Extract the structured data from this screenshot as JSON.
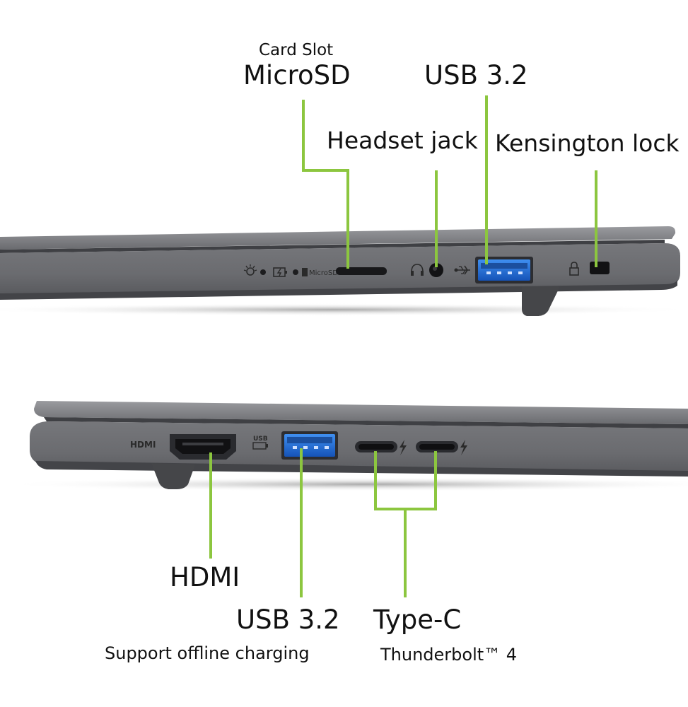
{
  "top_view": {
    "labels": {
      "card_slot_caption": "Card Slot",
      "microsd": "MicroSD",
      "usb_top": "USB 3.2",
      "headset_jack": "Headset jack",
      "kensington_lock": "Kensington lock"
    },
    "engraved": {
      "microsd_mark": "MicroSD"
    }
  },
  "bottom_view": {
    "labels": {
      "hdmi": "HDMI",
      "usb_bottom": "USB 3.2",
      "usb_bottom_sub": "Support offline charging",
      "type_c": "Type-C",
      "type_c_sub": "Thunderbolt™ 4"
    },
    "engraved": {
      "hdmi_mark": "HDMI",
      "usb_mark": "USB"
    }
  },
  "colors": {
    "leader_line": "#8CC63F",
    "chassis": "#6b6c70",
    "chassis_dark": "#4f5054",
    "port_blue": "#1f6fd6",
    "shadow": "#c9c9c9"
  },
  "icons": [
    "lightbulb-icon",
    "battery-charge-icon",
    "sd-card-icon",
    "headset-icon",
    "usb-icon",
    "lock-icon",
    "thunderbolt-icon"
  ]
}
